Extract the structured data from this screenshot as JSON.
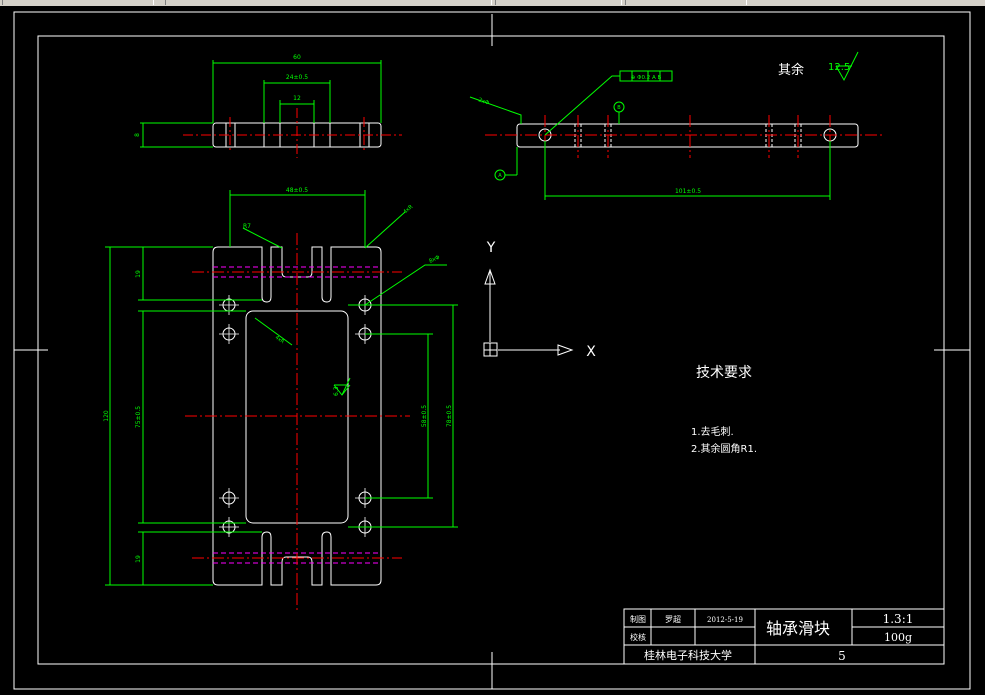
{
  "top_view": {
    "dim_overall": "60",
    "dim_mid": "24±0.5",
    "dim_inner": "12",
    "dim_thickness": "8"
  },
  "side_view": {
    "tolerance_frame": "⊕  Φ0.2  A  B",
    "leader_label": "2xΦ",
    "datum_a": "A",
    "datum_b": "B",
    "dim_length": "101±0.5"
  },
  "front_view": {
    "dim_top_width": "48±0.5",
    "dim_total_height": "120",
    "dim_top_slot": "19",
    "dim_bottom_slot": "19",
    "dim_inner_left": "75±0.5",
    "dim_right_holes": "58±0.5",
    "dim_right_outer": "78±0.5",
    "radius_label": "R7",
    "leader_corner": "4xR",
    "leader_holes": "8xΦ",
    "leader_inner": "4xR",
    "roughness_value": "6.3"
  },
  "roughness": {
    "label": "其余",
    "value": "12.5"
  },
  "ucs": {
    "y_label": "Y",
    "x_label": "X"
  },
  "requirements": {
    "title": "技术要求",
    "items": [
      "1.去毛刺.",
      "2.其余圆角R1."
    ]
  },
  "title_block": {
    "draw_label": "制图",
    "draw_name": "罗超",
    "draw_date": "2012-5-19",
    "check_label": "校核",
    "part_name": "轴承滑块",
    "scale": "1.3:1",
    "weight": "100g",
    "school": "桂林电子科技大学",
    "sheet_no": "5"
  },
  "colors": {
    "background": "#000000",
    "outline": "#ffffff",
    "dimension": "#00ff00",
    "centerline": "#ff0000",
    "hidden": "#ff00ff"
  }
}
